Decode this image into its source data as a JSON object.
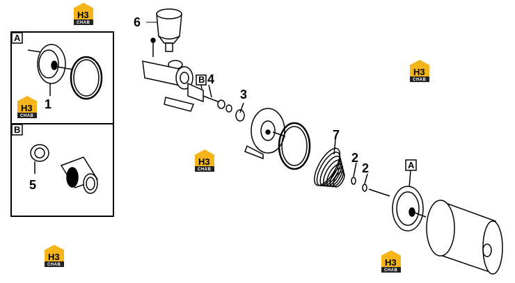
{
  "watermark": {
    "main": "H3",
    "sub": "CHAB",
    "colors": {
      "roof": "#f4b41a",
      "body": "#f4b41a",
      "band": "#222222"
    }
  },
  "inset_boxes": [
    {
      "letter": "A"
    },
    {
      "letter": "B"
    }
  ],
  "callouts": {
    "box_a_part": "1",
    "box_b_part": "5",
    "cup_part": "6",
    "hose_fitting_part": "4",
    "o_ring_part": "3",
    "spring_part": "7",
    "seal_part_1": "2",
    "seal_part_2": "2",
    "ref_b": "B",
    "ref_a": "A"
  },
  "colors": {
    "line": "#000000",
    "paper": "#ffffff"
  }
}
